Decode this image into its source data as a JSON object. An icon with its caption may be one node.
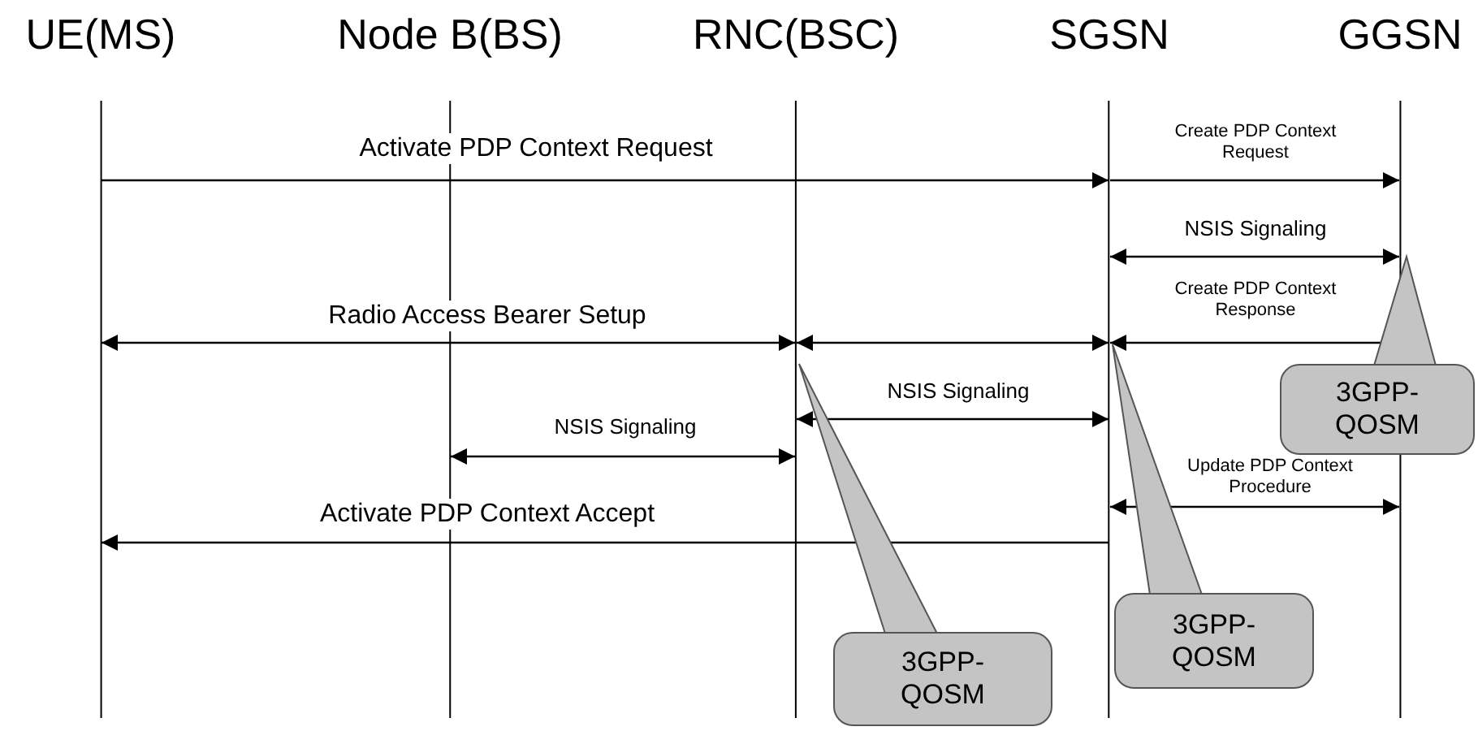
{
  "diagram": {
    "nodes": [
      {
        "text": [
          "UE(MS)"
        ]
      },
      {
        "text": [
          "Node B(BS)"
        ]
      },
      {
        "text": [
          "RNC(BSC)"
        ]
      },
      {
        "text": [
          "SGSN"
        ]
      },
      {
        "text": [
          "GGSN"
        ]
      },
      {
        "text": [
          "3GPP- QOSM"
        ]
      },
      {
        "text": [
          "3GPP- QOSM"
        ]
      },
      {
        "text": [
          "3GPP- QOSM"
        ]
      }
    ],
    "edges": [
      {
        "from": 0,
        "to": 3,
        "arrow": "to",
        "label": "Activate PDP Context Request"
      },
      {
        "from": 3,
        "to": 4,
        "arrow": "to",
        "label": "Create PDP Context Request"
      },
      {
        "from": 3,
        "to": 4,
        "arrow": "both",
        "label": "NSIS Signaling"
      },
      {
        "from": 0,
        "to": 2,
        "arrow": "both",
        "label": "Radio Access Bearer Setup"
      },
      {
        "from": 2,
        "to": 3,
        "arrow": "both"
      },
      {
        "from": 4,
        "to": 3,
        "arrow": "to",
        "label": "Create PDP Context Response"
      },
      {
        "from": 2,
        "to": 3,
        "arrow": "both",
        "label": "NSIS Signaling"
      },
      {
        "from": 1,
        "to": 2,
        "arrow": "both",
        "label": "NSIS Signaling"
      },
      {
        "from": 3,
        "to": 4,
        "arrow": "both",
        "label": "Update PDP Context Procedure"
      },
      {
        "from": 3,
        "to": 0,
        "arrow": "to",
        "label": "Activate PDP Context Accept"
      },
      {
        "from": 5,
        "to": null,
        "arrow": "to"
      },
      {
        "from": 6,
        "to": null,
        "arrow": "to"
      },
      {
        "from": 7,
        "to": null,
        "arrow": "to"
      }
    ]
  }
}
